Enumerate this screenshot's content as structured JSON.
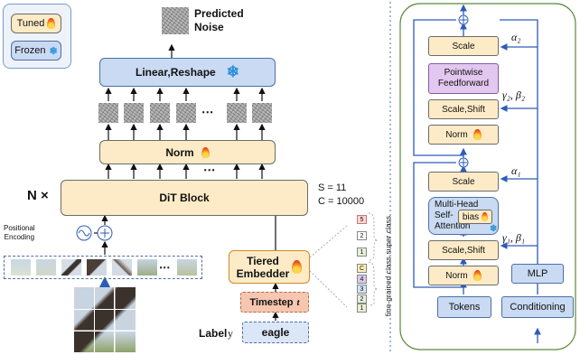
{
  "legend": {
    "tuned": "Tuned",
    "frozen": "Frozen"
  },
  "top": {
    "predicted_noise": "Predicted\nNoise",
    "linear_reshape": "Linear,Reshape",
    "norm": "Norm",
    "dots": "⋅⋅⋅"
  },
  "dit": {
    "label": "DiT Block",
    "repeat": "N ×",
    "pos_enc": "Positional\nEncoding",
    "plus": "+"
  },
  "cond": {
    "tiered": "Tiered\nEmbedder",
    "timestep": "Timestep",
    "timestep_var": "t",
    "label_prefix": "Label",
    "label_var": "y",
    "eagle": "eagle"
  },
  "hier": {
    "s": "S = 11",
    "c": "C = 10000",
    "vertical": "fine-grained class  super class",
    "cubes": [
      "5",
      "2",
      "1",
      "C",
      "4",
      "3",
      "2",
      "1"
    ]
  },
  "block": {
    "scale2": "Scale",
    "alpha2": "α₂",
    "ff": "Pointwise\nFeedforward",
    "gb2": "γ₂, β₂",
    "scaleshift2": "Scale,Shift",
    "norm2": "Norm",
    "scale1": "Scale",
    "alpha1": "α₁",
    "mha": "Multi-Head\nSelf-\nAttention",
    "bias": "bias",
    "gb1": "γ₁, β₁",
    "scaleshift1": "Scale,Shift",
    "norm1": "Norm",
    "mlp": "MLP",
    "tokens": "Tokens",
    "conditioning": "Conditioning"
  }
}
